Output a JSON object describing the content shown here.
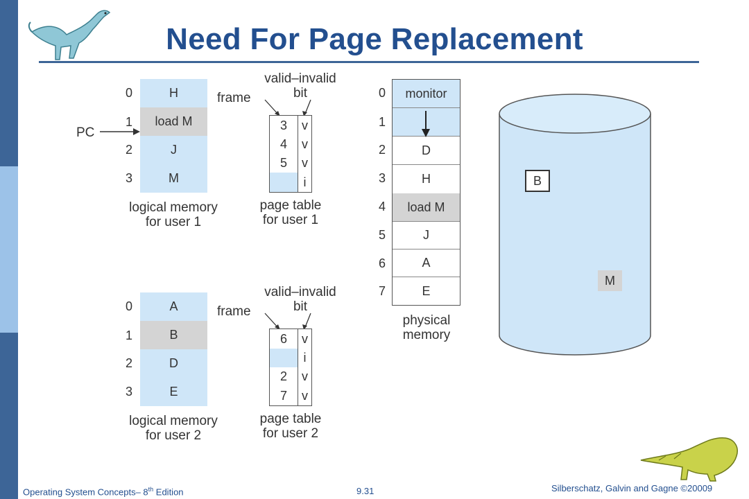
{
  "title": "Need For Page Replacement",
  "pc_label": "PC",
  "user1": {
    "logical_memory": [
      {
        "index": "0",
        "content": "H"
      },
      {
        "index": "1",
        "content": "load M"
      },
      {
        "index": "2",
        "content": "J"
      },
      {
        "index": "3",
        "content": "M"
      }
    ],
    "logical_caption_line1": "logical memory",
    "logical_caption_line2": "for user 1",
    "frame_label": "frame",
    "valid_invalid_line1": "valid–invalid",
    "valid_invalid_line2": "bit",
    "page_table": [
      {
        "frame": "3",
        "bit": "v"
      },
      {
        "frame": "4",
        "bit": "v"
      },
      {
        "frame": "5",
        "bit": "v"
      },
      {
        "frame": "",
        "bit": "i"
      }
    ],
    "pt_caption_line1": "page table",
    "pt_caption_line2": "for user 1"
  },
  "user2": {
    "logical_memory": [
      {
        "index": "0",
        "content": "A"
      },
      {
        "index": "1",
        "content": "B"
      },
      {
        "index": "2",
        "content": "D"
      },
      {
        "index": "3",
        "content": "E"
      }
    ],
    "logical_caption_line1": "logical memory",
    "logical_caption_line2": "for user 2",
    "frame_label": "frame",
    "valid_invalid_line1": "valid–invalid",
    "valid_invalid_line2": "bit",
    "page_table": [
      {
        "frame": "6",
        "bit": "v"
      },
      {
        "frame": "",
        "bit": "i"
      },
      {
        "frame": "2",
        "bit": "v"
      },
      {
        "frame": "7",
        "bit": "v"
      }
    ],
    "pt_caption_line1": "page table",
    "pt_caption_line2": "for user 2"
  },
  "physical_memory": {
    "frames": [
      {
        "index": "0",
        "content": "monitor"
      },
      {
        "index": "1",
        "content": ""
      },
      {
        "index": "2",
        "content": "D"
      },
      {
        "index": "3",
        "content": "H"
      },
      {
        "index": "4",
        "content": "load M"
      },
      {
        "index": "5",
        "content": "J"
      },
      {
        "index": "6",
        "content": "A"
      },
      {
        "index": "7",
        "content": "E"
      }
    ],
    "caption_line1": "physical",
    "caption_line2": "memory"
  },
  "disk": {
    "blocks": [
      "B",
      "M"
    ]
  },
  "footer": {
    "book": "Operating System Concepts– 8",
    "book_sup": "th",
    "book_tail": " Edition",
    "page": "9.31",
    "authors": "Silberschatz, Galvin and Gagne ©20009"
  }
}
